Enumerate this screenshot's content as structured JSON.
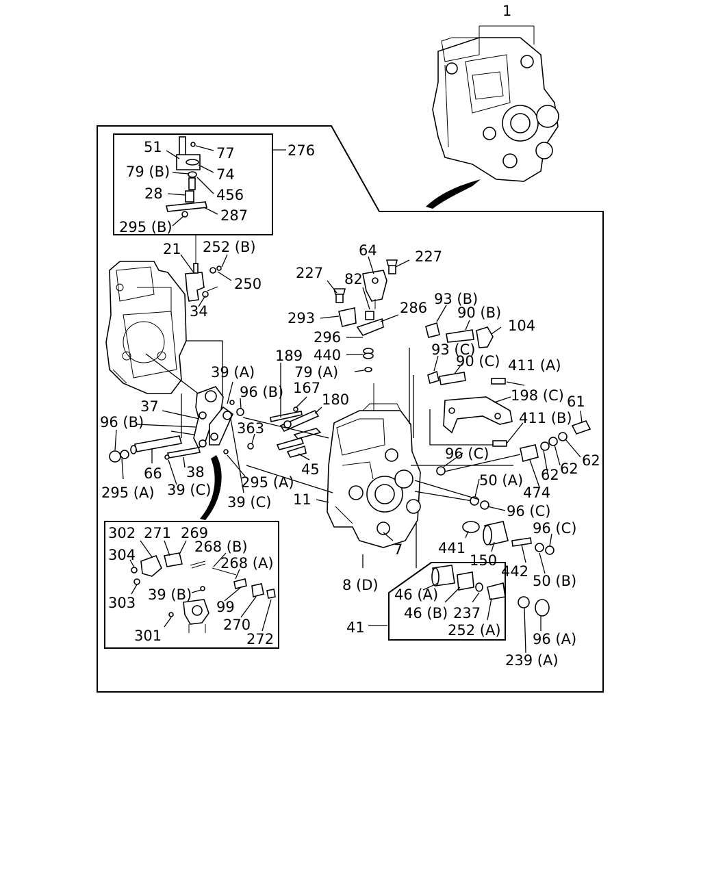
{
  "diagram": {
    "callouts": {
      "p1": "1",
      "p276": "276",
      "p51": "51",
      "p77": "77",
      "p79B_top": "79 (B)",
      "p74": "74",
      "p28": "28",
      "p456": "456",
      "p287": "287",
      "p295B": "295 (B)",
      "p21": "21",
      "p252B": "252 (B)",
      "p250": "250",
      "p34": "34",
      "p64": "64",
      "p227a": "227",
      "p227b": "227",
      "p82": "82",
      "p293": "293",
      "p286": "286",
      "p93B": "93 (B)",
      "p90B": "90 (B)",
      "p104": "104",
      "p296": "296",
      "p440": "440",
      "p189": "189",
      "p79A": "79 (A)",
      "p93C": "93 (C)",
      "p90C": "90 (C)",
      "p411A": "411 (A)",
      "p39A": "39 (A)",
      "p96B_a": "96 (B)",
      "p167": "167",
      "p180": "180",
      "p198C": "198 (C)",
      "p61": "61",
      "p37": "37",
      "p411B": "411 (B)",
      "p96B_b": "96 (B)",
      "p363": "363",
      "p62a": "62",
      "p62b": "62",
      "p62c": "62",
      "p96C_a": "96 (C)",
      "p45": "45",
      "p66": "66",
      "p38": "38",
      "p295A_a": "295 (A)",
      "p295A_b": "295 (A)",
      "p39C_a": "39 (C)",
      "p50A": "50 (A)",
      "p474": "474",
      "p11": "11",
      "p39C_b": "39 (C)",
      "p96C_b": "96 (C)",
      "p96C_c": "96 (C)",
      "p302": "302",
      "p271": "271",
      "p269": "269",
      "p268B": "268 (B)",
      "p304": "304",
      "p268A": "268 (A)",
      "p441": "441",
      "p7": "7",
      "p150": "150",
      "p442": "442",
      "p50B": "50 (B)",
      "p39B": "39 (B)",
      "p8D": "8 (D)",
      "p303": "303",
      "p99": "99",
      "p46A": "46 (A)",
      "p46B": "46 (B)",
      "p237": "237",
      "p270": "270",
      "p41": "41",
      "p252A": "252 (A)",
      "p96A": "96 (A)",
      "p301": "301",
      "p272": "272",
      "p239A": "239 (A)"
    }
  }
}
